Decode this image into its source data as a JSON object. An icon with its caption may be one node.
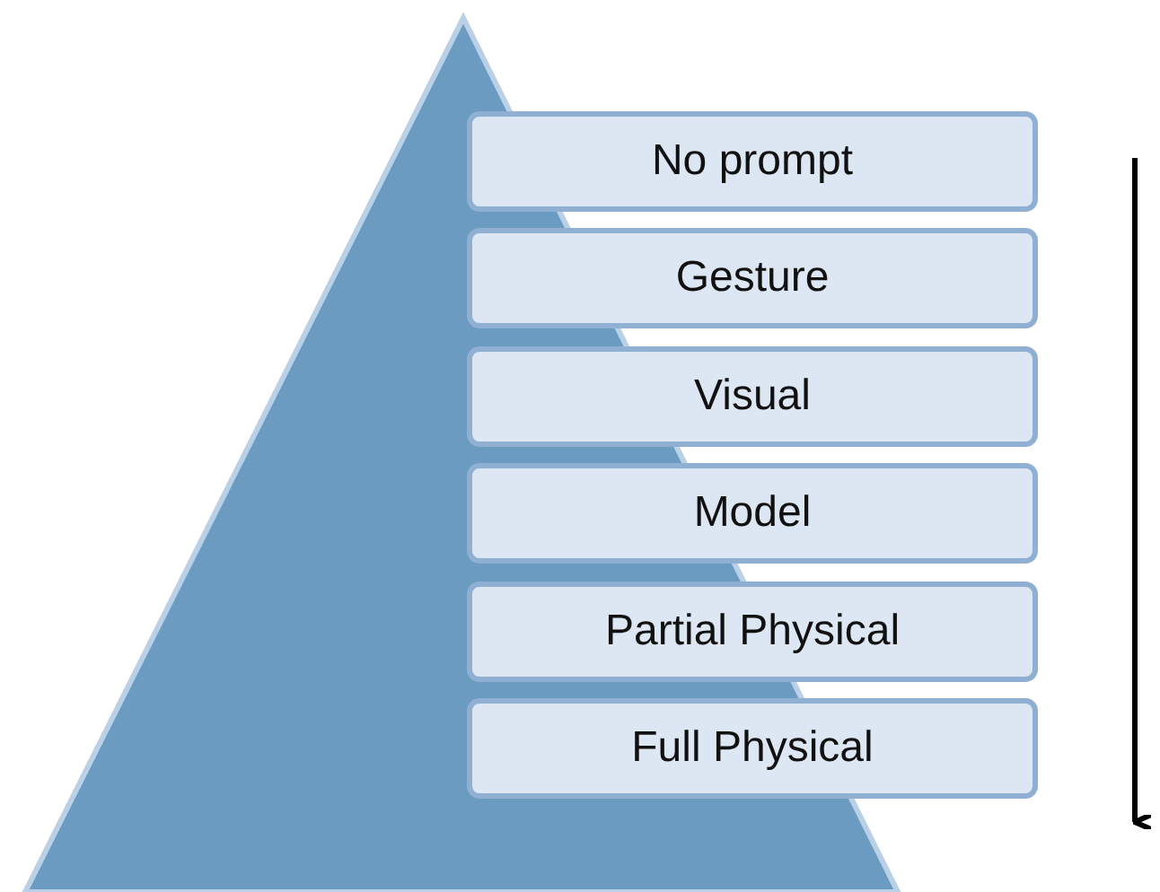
{
  "diagram": {
    "nodes": [
      {
        "text": [
          "No prompt"
        ]
      },
      {
        "text": [
          "Gesture"
        ]
      },
      {
        "text": [
          "Visual"
        ]
      },
      {
        "text": [
          "Model"
        ]
      },
      {
        "text": [
          "Partial Physical"
        ]
      },
      {
        "text": [
          "Full Physical"
        ]
      }
    ]
  }
}
